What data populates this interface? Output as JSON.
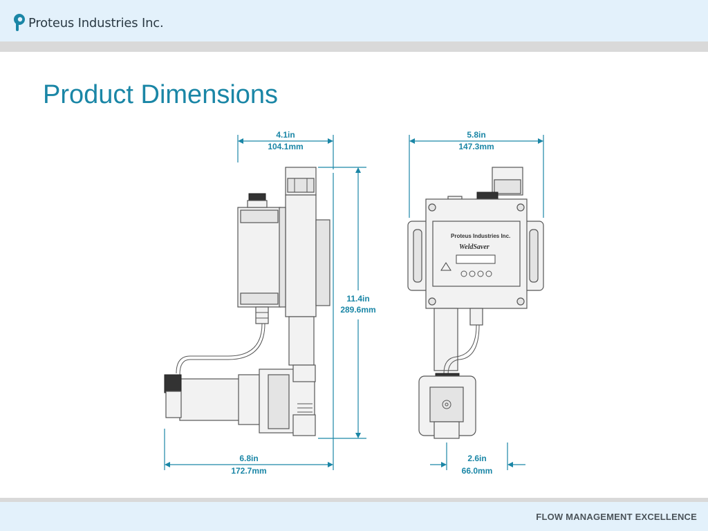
{
  "header": {
    "company": "Proteus Industries Inc."
  },
  "page": {
    "title": "Product Dimensions"
  },
  "diagram": {
    "device_brand": "Proteus Industries Inc.",
    "device_model": "WeldSaver",
    "dimensions": {
      "side_width_in": "4.1in",
      "side_width_mm": "104.1mm",
      "height_in": "11.4in",
      "height_mm": "289.6mm",
      "side_depth_in": "6.8in",
      "side_depth_mm": "172.7mm",
      "front_width_in": "5.8in",
      "front_width_mm": "147.3mm",
      "front_bottom_in": "2.6in",
      "front_bottom_mm": "66.0mm"
    }
  },
  "footer": {
    "tagline": "FLOW MANAGEMENT EXCELLENCE"
  }
}
